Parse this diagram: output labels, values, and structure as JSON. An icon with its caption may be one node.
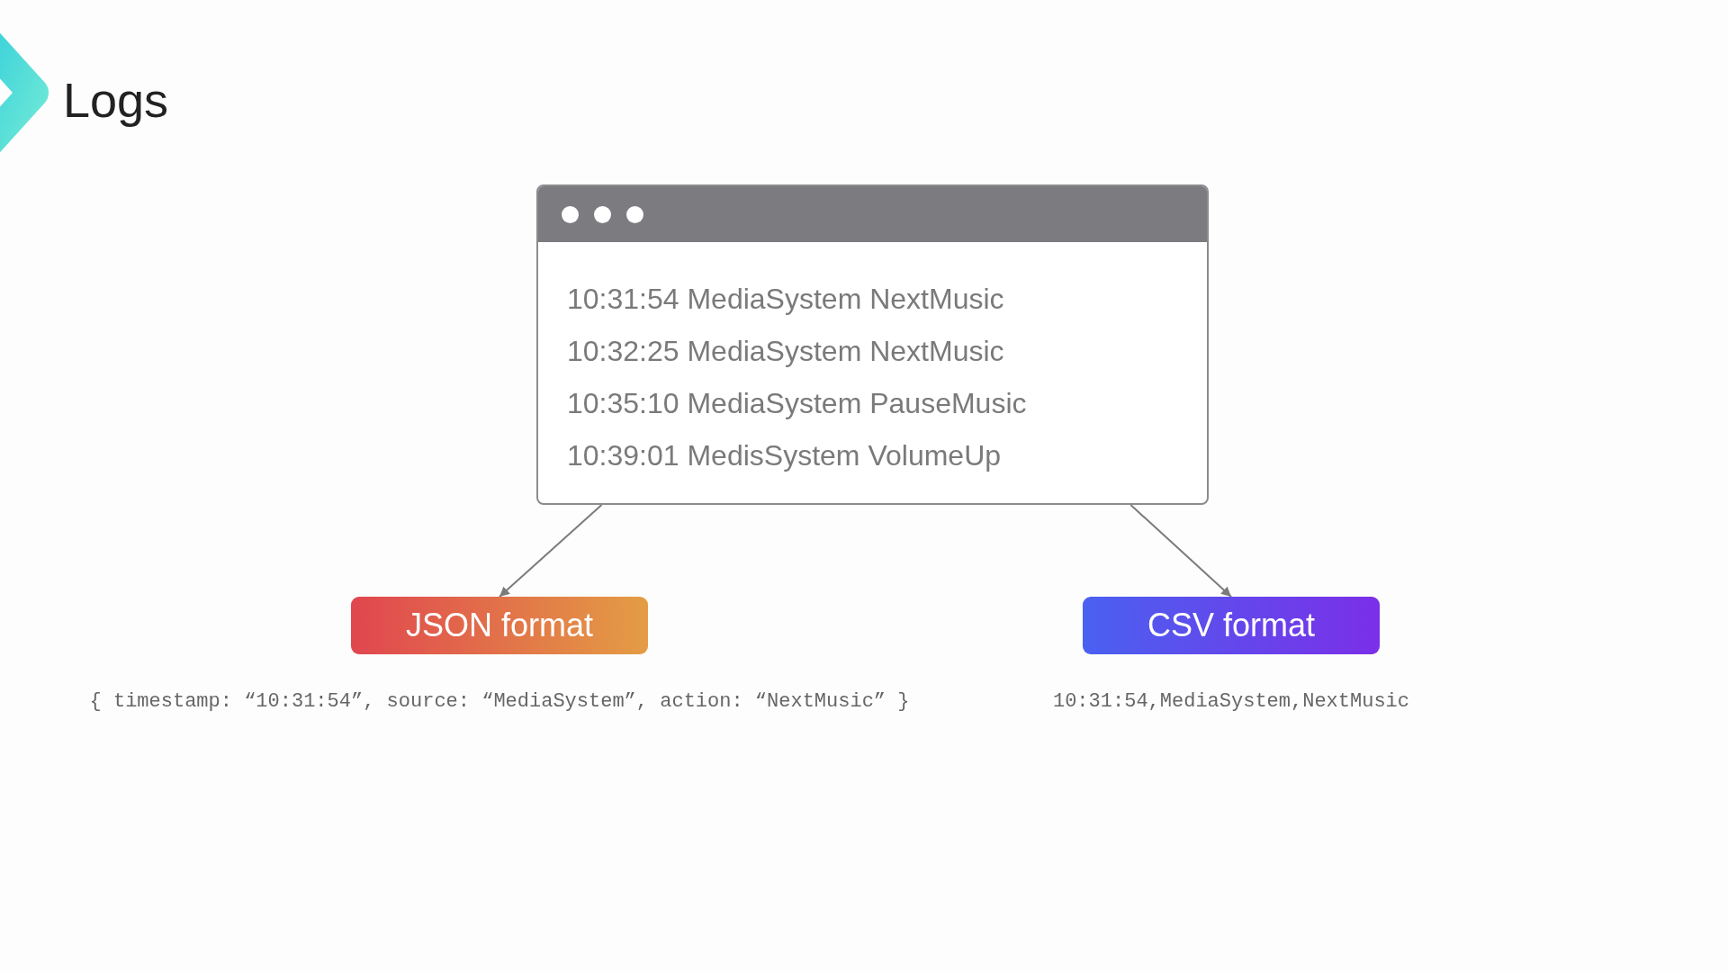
{
  "diagram": {
    "title": "Logs",
    "nodes": [
      {
        "text": [
          "10:31:54 MediaSystem NextMusic",
          "10:32:25 MediaSystem NextMusic",
          "10:35:10 MediaSystem PauseMusic",
          "10:39:01 MedisSystem VolumeUp"
        ]
      },
      {
        "text": [
          "JSON format"
        ],
        "beside": [
          "{ timestamp: “10:31:54”, source: “MediaSystem”, action: “NextMusic” }"
        ]
      },
      {
        "text": [
          "CSV format"
        ],
        "beside": [
          "10:31:54,MediaSystem,NextMusic"
        ]
      }
    ],
    "edges": [
      {
        "from": 0,
        "to": 1,
        "arrow": "to"
      },
      {
        "from": 0,
        "to": 2,
        "arrow": "to"
      }
    ]
  }
}
